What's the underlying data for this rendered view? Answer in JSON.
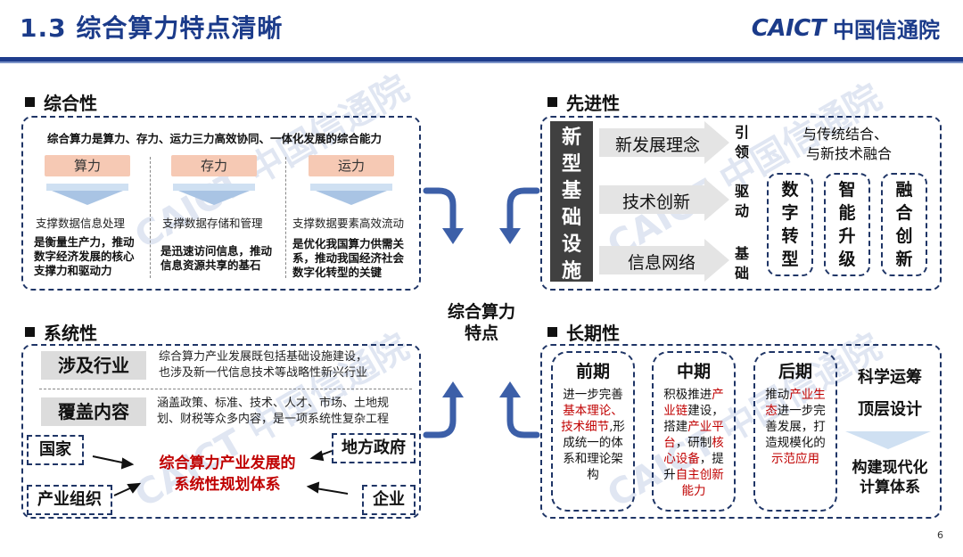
{
  "header": {
    "title": "1.3 综合算力特点清晰",
    "logo_en": "CAICT",
    "logo_cn": "中国信通院"
  },
  "watermark": "CAICT 中国信通院",
  "center_label": [
    "综合算力",
    "特点"
  ],
  "page_number": "6",
  "comprehensive": {
    "heading": "综合性",
    "intro": "综合算力是算力、存力、运力三力高效协同、一体化发展的综合能力",
    "columns": [
      {
        "chip": "算力",
        "desc": "支撑数据信息处理",
        "role": [
          "是衡量生产力，推动",
          "数字经济发展的核心",
          "支撑力和驱动力"
        ]
      },
      {
        "chip": "存力",
        "desc": "支撑数据存储和管理",
        "role": [
          "是迅速访问信息，推动",
          "信息资源共享的基石"
        ]
      },
      {
        "chip": "运力",
        "desc": "支撑数据要素高效流动",
        "role": [
          "是优化我国算力供需关",
          "系，推动我国经济社会",
          "数字化转型的关键"
        ]
      }
    ]
  },
  "advanced": {
    "heading": "先进性",
    "infra_label": [
      "新",
      "型",
      "基",
      "础",
      "设",
      "施"
    ],
    "rows": [
      {
        "arrow": "新发展理念",
        "verb": [
          "引",
          "领"
        ]
      },
      {
        "arrow": "技术创新",
        "verb": [
          "驱",
          "动"
        ]
      },
      {
        "arrow": "信息网络",
        "verb": [
          "基",
          "础"
        ]
      }
    ],
    "combine_text": [
      "与传统结合、",
      "与新技术融合"
    ],
    "pillars": [
      [
        "数",
        "字",
        "转",
        "型"
      ],
      [
        "智",
        "能",
        "升",
        "级"
      ],
      [
        "融",
        "合",
        "创",
        "新"
      ]
    ]
  },
  "systemic": {
    "heading": "系统性",
    "rows": [
      {
        "label": "涉及行业",
        "text": [
          "综合算力产业发展既包括基础设施建设，",
          "也涉及新一代信息技术等战略性新兴行业"
        ]
      },
      {
        "label": "覆盖内容",
        "text": [
          "涵盖政策、标准、技术、人才、市场、土地规",
          "划、财税等众多内容，是一项系统性复杂工程"
        ]
      }
    ],
    "actors": {
      "country": "国家",
      "local_gov": "地方政府",
      "industry_org": "产业组织",
      "enterprise": "企业"
    },
    "center": [
      "综合算力产业发展的",
      "系统性规划体系"
    ]
  },
  "longterm": {
    "heading": "长期性",
    "phases": [
      {
        "title": "前期",
        "text": [
          [
            "进一步完",
            ""
          ],
          [
            "善",
            "基本理"
          ],
          [
            "",
            "论、技术"
          ],
          [
            "",
            "细节"
          ],
          [
            ",形",
            ""
          ],
          [
            "成统一的",
            ""
          ],
          [
            "体系和理",
            ""
          ],
          [
            "论架构",
            ""
          ]
        ]
      },
      {
        "title": "中期",
        "text": [
          [
            "积极推进",
            "产"
          ],
          [
            "",
            "业链"
          ],
          [
            "建设，",
            ""
          ],
          [
            "搭建",
            "产业平"
          ],
          [
            "",
            "台"
          ],
          [
            "，研制",
            "核"
          ],
          [
            "",
            "心设备"
          ],
          [
            "，提",
            ""
          ],
          [
            "升",
            "自主创新"
          ],
          [
            "",
            "能力"
          ]
        ]
      },
      {
        "title": "后期",
        "text": [
          [
            "推动",
            "产业"
          ],
          [
            "",
            "生态"
          ],
          [
            "进一",
            ""
          ],
          [
            "步完善发",
            ""
          ],
          [
            "展，打造",
            ""
          ],
          [
            "规模化的",
            ""
          ],
          [
            "",
            "示范应用"
          ]
        ]
      }
    ],
    "right_top": [
      "科学运筹",
      "顶层设计"
    ],
    "right_bottom": [
      "构建现代化",
      "计算体系"
    ]
  },
  "colors": {
    "accent": "#1b3b8a",
    "highlight": "#c00000",
    "chip": "#f6c9b4",
    "arrow_blue": "#3c5fa8"
  }
}
